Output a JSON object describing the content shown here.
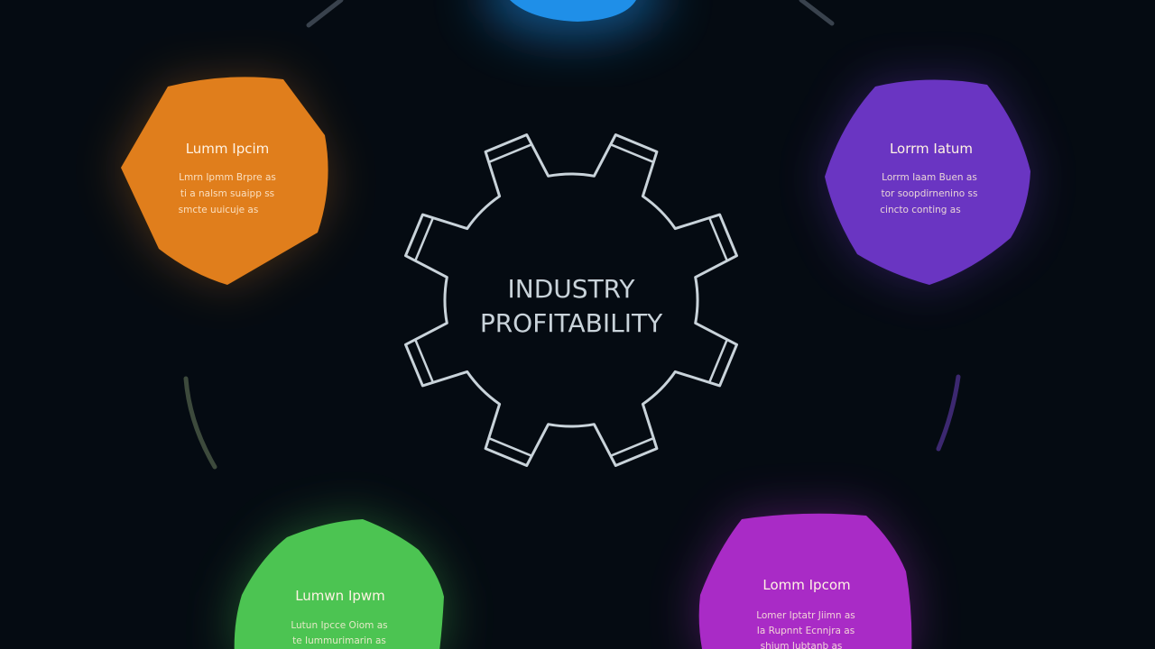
{
  "center": {
    "lines": [
      "INDUSTRY",
      "PROFITABILITY"
    ],
    "color": "#c9d3da"
  },
  "nodes": [
    {
      "id": "top",
      "color": "#1f8fe8",
      "title": "",
      "body": []
    },
    {
      "id": "left",
      "color": "#e07e1c",
      "title": "Lumm Ipcim",
      "body": [
        "Lmrn Ipmm Brpre as",
        "ti a nalsm suaipp ss",
        "smcte uuicuje as"
      ]
    },
    {
      "id": "right",
      "color": "#6a35c2",
      "title": "Lorrm Iatum",
      "body": [
        "Lorrm Iaam Buen as",
        "tor soopdirnenino ss",
        "cincto conting as"
      ]
    },
    {
      "id": "bottom-left",
      "color": "#4cc452",
      "title": "Lumwn Ipwm",
      "body": [
        "Lutun Ipcce Oiom as",
        "te Iummurimarin as"
      ]
    },
    {
      "id": "bottom-right",
      "color": "#a92bc6",
      "title": "Lomm Ipcom",
      "body": [
        "Lomer Iptatr Jiimn as",
        "Ia Rupnnt Ecnnjra as",
        "shium Iubtanb as"
      ]
    }
  ],
  "colors": {
    "background": "#050b12",
    "title_text": "#fff3e4",
    "body_text": "#fff0dc",
    "arc_left": "#3d4a3c",
    "arc_right": "#3c2870",
    "arc_top": "#39424d"
  }
}
